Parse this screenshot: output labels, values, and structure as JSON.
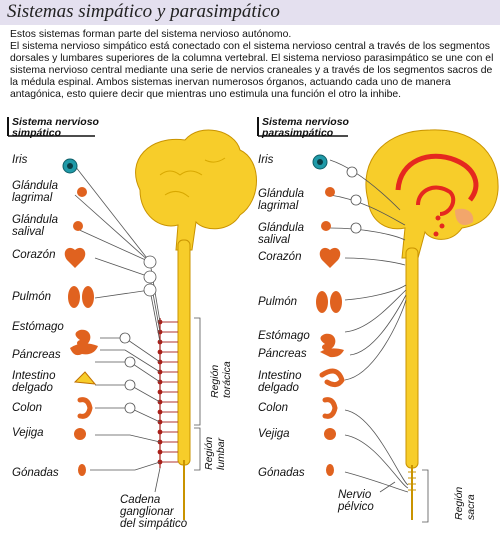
{
  "title": "Sistemas simpático y parasimpático",
  "intro": [
    "Estos sistemas forman parte del sistema nervioso autónomo.",
    "El sistema nervioso simpático está conectado con el sistema nervioso central a través de los segmentos dorsales y lumbares superiores de la columna vertebral. El sistema nervioso parasimpático se une con el sistema nervioso central mediante una serie de nervios craneales y a través de los segmentos sacros de la médula espinal. Ambos sistemas  inervan numerosos órganos, actuando cada uno de manera antagónica, esto quiere decir que mientras uno estimula una función el otro la inhibe."
  ],
  "left_panel": {
    "header": [
      "Sistema nervioso",
      "simpático"
    ],
    "labels": [
      "Iris",
      "Glándula",
      "lagrimal",
      "Glándula",
      "salival",
      "Corazón",
      "Pulmón",
      "Estómago",
      "Páncreas",
      "Intestino",
      "delgado",
      "Colon",
      "Vejiga",
      "Gónadas"
    ],
    "region_thoracic": [
      "Región",
      "torácica"
    ],
    "region_lumbar": [
      "Región",
      "lumbar"
    ],
    "chain_label": [
      "Cadena",
      "ganglionar",
      "del simpático"
    ]
  },
  "right_panel": {
    "header": [
      "Sistema nervioso",
      "parasimpático"
    ],
    "labels": [
      "Iris",
      "Glándula",
      "lagrimal",
      "Glándula",
      "salival",
      "Corazón",
      "Pulmón",
      "Estómago",
      "Páncreas",
      "Intestino",
      "delgado",
      "Colon",
      "Vejiga",
      "Gónadas"
    ],
    "region_sacral": [
      "Región",
      "sacra"
    ],
    "nerve_label": [
      "Nervio",
      "pélvico"
    ]
  },
  "colors": {
    "title_bg": "#e4e0ef",
    "nerve": "#f7cd2a",
    "nerve_outline": "#c99300",
    "organ": "#e0621f",
    "ganglia": "#a8201a",
    "brain_red": "#e5281f",
    "eye": "#1f9aa8",
    "line": "#555555"
  }
}
